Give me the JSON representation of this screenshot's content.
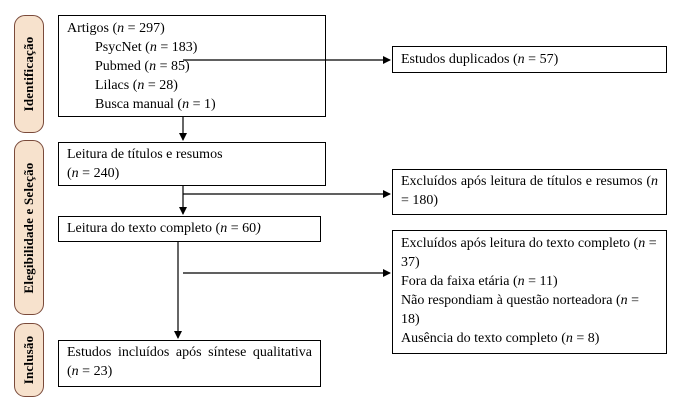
{
  "phases": {
    "identificacao": "Identificação",
    "elegibilidade": "Elegibilidade e Seleção",
    "inclusao": "Inclusão"
  },
  "identification": {
    "main": {
      "label": "Artigos",
      "n": "297",
      "sources": [
        {
          "label": "PsycNet",
          "n": "183"
        },
        {
          "label": "Pubmed",
          "n": "85"
        },
        {
          "label": "Lilacs",
          "n": "28"
        },
        {
          "label": "Busca manual",
          "n": "1"
        }
      ]
    },
    "duplicates": {
      "label": "Estudos duplicados",
      "n": "57"
    }
  },
  "screening": {
    "titles": {
      "label": "Leitura de títulos e resumos",
      "n": "240"
    },
    "excluded_titles": {
      "label": "Excluídos após leitura de títulos e resumos",
      "n": "180"
    }
  },
  "eligibility": {
    "fulltext": {
      "label": "Leitura do texto completo",
      "n": "60"
    },
    "excluded_fulltext": {
      "label": "Excluídos após leitura do texto completo",
      "n": "37",
      "reasons": [
        {
          "label": "Fora da faixa etária",
          "n": "11"
        },
        {
          "label": "Não respondiam à questão norteadora",
          "n": "18"
        },
        {
          "label": "Ausência do texto completo",
          "n": "8"
        }
      ]
    }
  },
  "included": {
    "label": "Estudos incluídos após síntese qualitativa",
    "n": "23"
  },
  "colors": {
    "phase_fill": "#f7e2cd",
    "phase_border": "#7a4a3a",
    "line": "#000000"
  }
}
